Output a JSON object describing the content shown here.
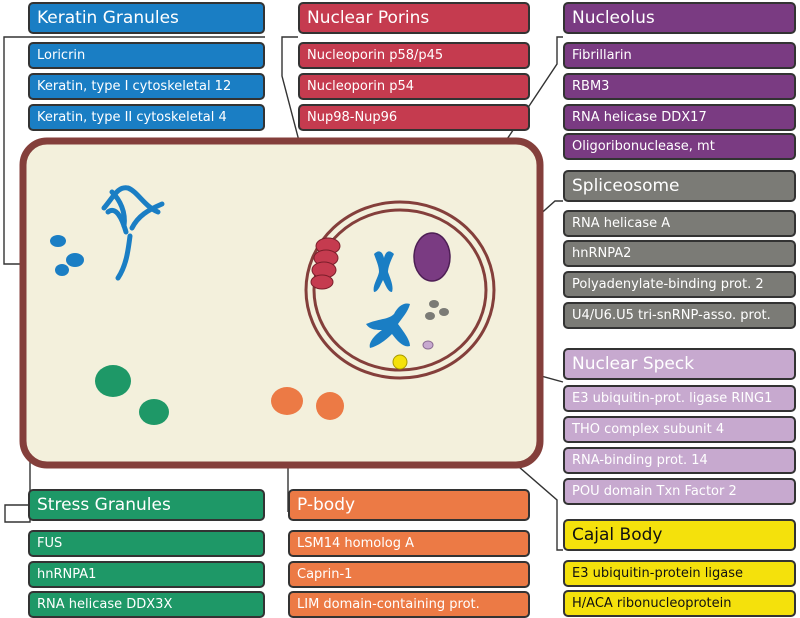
{
  "colors": {
    "keratin": "#1a7ec4",
    "porins": "#c53b4f",
    "nucleolus": "#7a3b82",
    "spliceosome": "#7b7b76",
    "speck": "#c7a9cf",
    "stress": "#1e9867",
    "pbody": "#ec7a45",
    "cajal": "#f4e10c",
    "cytoplasm": "#f3f0dc",
    "membrane": "#843f3b"
  },
  "groups": {
    "keratin": {
      "title": "Keratin Granules",
      "items": [
        "Loricrin",
        "Keratin, type I cytoskeletal 12",
        "Keratin, type II cytoskeletal 4"
      ]
    },
    "porins": {
      "title": "Nuclear Porins",
      "items": [
        "Nucleoporin p58/p45",
        "Nucleoporin p54",
        "Nup98-Nup96"
      ]
    },
    "nucleolus": {
      "title": "Nucleolus",
      "items": [
        "Fibrillarin",
        "RBM3",
        "RNA helicase DDX17",
        "Oligoribonuclease, mt"
      ]
    },
    "spliceosome": {
      "title": "Spliceosome",
      "items": [
        "RNA helicase A",
        "hnRNPA2",
        "Polyadenylate-binding prot. 2",
        "U4/U6.U5 tri-snRNP-asso. prot."
      ]
    },
    "speck": {
      "title": "Nuclear Speck",
      "items": [
        "E3 ubiquitin-prot. ligase RING1",
        "THO complex subunit 4",
        "RNA-binding prot. 14",
        "POU domain Txn Factor 2"
      ]
    },
    "stress": {
      "title": "Stress Granules",
      "items": [
        "FUS",
        "hnRNPA1",
        "RNA helicase DDX3X"
      ]
    },
    "pbody": {
      "title": "P-body",
      "items": [
        "LSM14 homolog A",
        "Caprin-1",
        "LIM domain-containing prot."
      ]
    },
    "cajal": {
      "title": "Cajal Body",
      "items": [
        "E3 ubiquitin-protein ligase",
        "H/ACA ribonucleoprotein"
      ]
    }
  }
}
